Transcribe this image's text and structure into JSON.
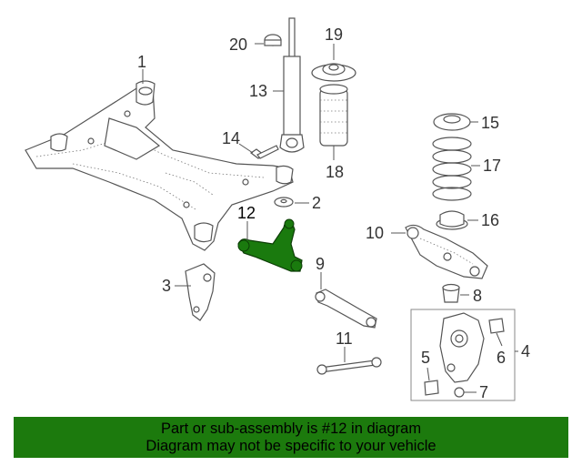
{
  "callouts": {
    "c1": "1",
    "c2": "2",
    "c3": "3",
    "c4": "4",
    "c5": "5",
    "c6": "6",
    "c7": "7",
    "c8": "8",
    "c9": "9",
    "c10": "10",
    "c11": "11",
    "c12": "12",
    "c13": "13",
    "c14": "14",
    "c15": "15",
    "c16": "16",
    "c17": "17",
    "c18": "18",
    "c19": "19",
    "c20": "20"
  },
  "highlight": {
    "part_number": "12",
    "color": "#1a7a0e"
  },
  "banner": {
    "line1": "Part or sub-assembly is #12 in diagram",
    "line2": "Diagram may not be specific to your vehicle",
    "color": "#1c7a0d"
  }
}
